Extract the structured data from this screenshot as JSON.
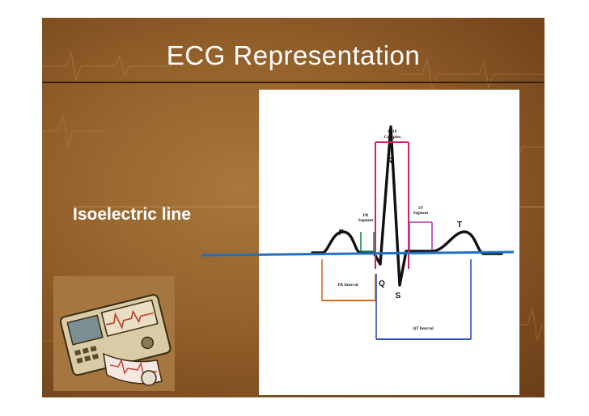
{
  "slide": {
    "title": "ECG Representation",
    "side_label": "Isoelectric line"
  },
  "diagram": {
    "labels": {
      "qrs_complex": "QRS\nComplex",
      "r": "R",
      "p": "P",
      "q": "Q",
      "s": "S",
      "t": "T",
      "pr_segment": "PR\nSegment",
      "st_segment": "ST\nSegment",
      "pr_interval": "PR Interval",
      "qt_interval": "QT Interval"
    }
  },
  "colors": {
    "background": "#94612b",
    "title_text": "#ffffff",
    "isoelectric_line": "#1f6fc4",
    "qrs_bracket": "#d1245a",
    "pr_segment": "#1a8a4a",
    "st_segment": "#b03ab8",
    "pr_interval": "#d86a1e",
    "qt_interval": "#2b4fb0"
  }
}
